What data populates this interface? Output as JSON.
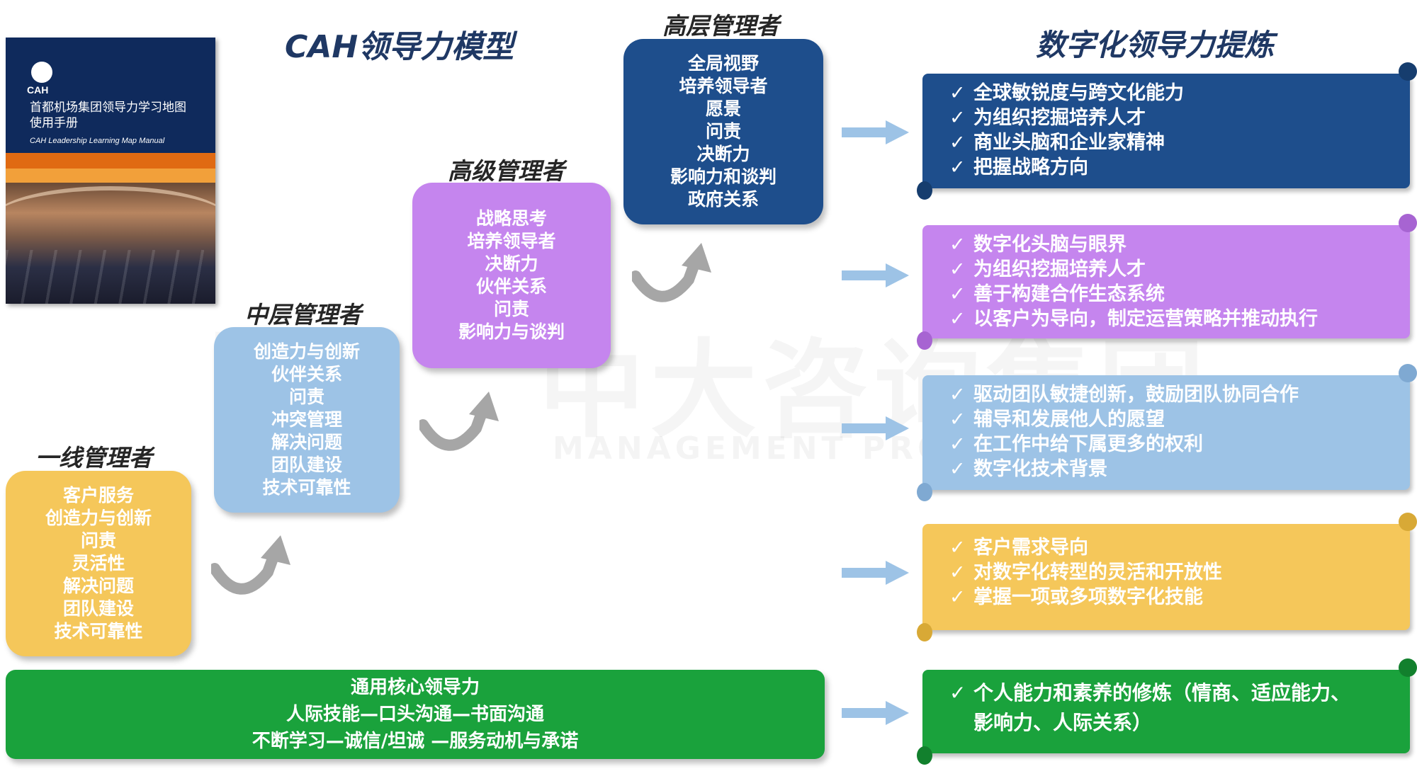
{
  "cover": {
    "logo_text": "CAH",
    "title": "首都机场集团领导力学习地图\n使用手册",
    "subtitle": "CAH Leadership  Learning  Map Manual"
  },
  "headings": {
    "left": "CAH领导力模型",
    "right": "数字化领导力提炼"
  },
  "levels": [
    {
      "label": "一线管理者",
      "items": [
        "客户服务",
        "创造力与创新",
        "问责",
        "灵活性",
        "解决问题",
        "团队建设",
        "技术可靠性"
      ],
      "color": "#f5c75a"
    },
    {
      "label": "中层管理者",
      "items": [
        "创造力与创新",
        "伙伴关系",
        "问责",
        "冲突管理",
        "解决问题",
        "团队建设",
        "技术可靠性"
      ],
      "color": "#9dc3e6"
    },
    {
      "label": "高级管理者",
      "items": [
        "战略思考",
        "培养领导者",
        "决断力",
        "伙伴关系",
        "问责",
        "影响力与谈判"
      ],
      "color": "#c585ee"
    },
    {
      "label": "高层管理者",
      "items": [
        "全局视野",
        "培养领导者",
        "愿景",
        "问责",
        "决断力",
        "影响力和谈判",
        "政府关系"
      ],
      "color": "#1e4e8c"
    }
  ],
  "digital": [
    {
      "items": [
        "全球敏锐度与跨文化能力",
        "为组织挖掘培养人才",
        "商业头脑和企业家精神",
        "把握战略方向"
      ],
      "color": "#1e4e8c"
    },
    {
      "items": [
        "数字化头脑与眼界",
        "为组织挖掘培养人才",
        "善于构建合作生态系统",
        "以客户为导向，制定运营策略并推动执行"
      ],
      "color": "#c585ee"
    },
    {
      "items": [
        "驱动团队敏捷创新，鼓励团队协同合作",
        "辅导和发展他人的愿望",
        "在工作中给下属更多的权利",
        "数字化技术背景"
      ],
      "color": "#9dc3e6"
    },
    {
      "items": [
        "客户需求导向",
        "对数字化转型的灵活和开放性",
        "掌握一项或多项数字化技能"
      ],
      "color": "#f5c75a"
    },
    {
      "items": [
        "个人能力和素养的修炼（情商、适应能力、",
        "影响力、人际关系）"
      ],
      "color": "#1aa23c"
    }
  ],
  "core": {
    "lines": [
      "通用核心领导力",
      "人际技能—口头沟通—书面沟通",
      "不断学习—诚信/坦诚 —服务动机与承诺"
    ],
    "color": "#1aa23c"
  },
  "watermark": {
    "main": "中大咨询集团",
    "sub": "MANAGEMENT PROFESSIONAL GROUP"
  },
  "check_mark": "✓",
  "icons": [
    "cah-logo-icon",
    "curved-arrow-icon",
    "right-arrow-icon",
    "check-icon"
  ]
}
